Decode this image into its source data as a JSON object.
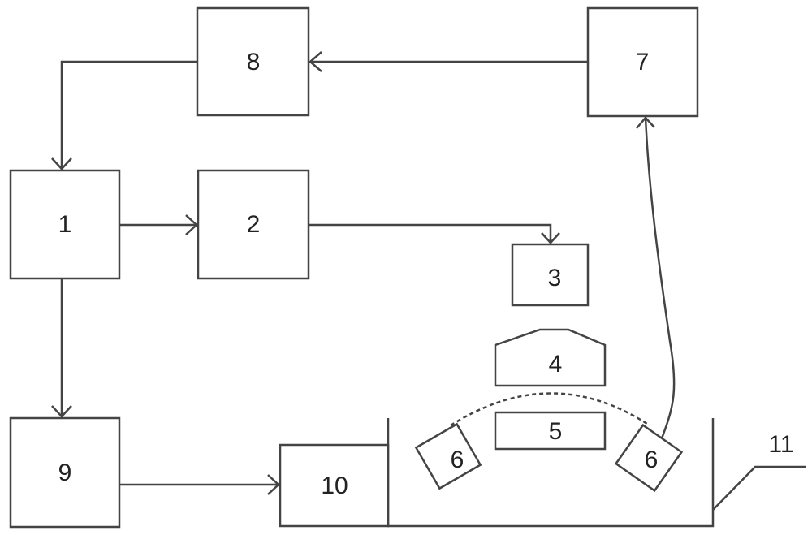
{
  "labels": {
    "n1": "1",
    "n2": "2",
    "n3": "3",
    "n4": "4",
    "n5": "5",
    "n6a": "6",
    "n6b": "6",
    "n7": "7",
    "n8": "8",
    "n9": "9",
    "n10": "10",
    "n11": "11"
  }
}
